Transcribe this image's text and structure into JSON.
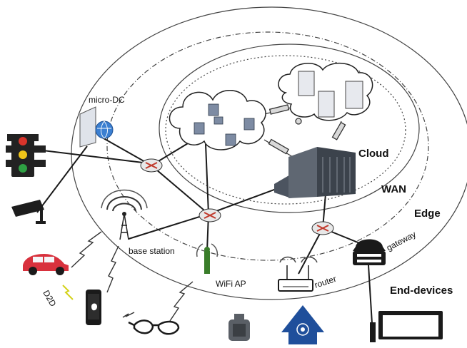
{
  "labels": {
    "micro_dc": "micro-DC",
    "cloud": "Cloud",
    "wan": "WAN",
    "edge": "Edge",
    "end_devices": "End-devices",
    "base_station": "base station",
    "wifi_ap": "WiFi AP",
    "router": "router",
    "gateway": "gateway",
    "d2d": "D2D"
  },
  "colors": {
    "ring": "#444444",
    "link": "#1a1a1a",
    "wireless": "#d4d21a",
    "router_body": "#e8e8e8",
    "router_mark": "#c0392b",
    "server": "#5a6572",
    "cloud_fill": "#ffffff",
    "car": "#d8313d",
    "traffic_red": "#d9342b",
    "traffic_yellow": "#f0c419",
    "traffic_green": "#2ea043",
    "home": "#1f4f9b",
    "watch": "#5a5f66"
  },
  "icons": [
    "traffic-light-icon",
    "cctv-camera-icon",
    "micro-dc-icon",
    "router-icon",
    "server-rack-icon",
    "cloud-icon",
    "antenna-icon",
    "wifi-tower-icon",
    "car-icon",
    "phone-icon",
    "smart-glasses-icon",
    "smartwatch-icon",
    "smart-home-icon",
    "wifi-router-icon",
    "gateway-icon",
    "desktop-monitor-icon"
  ]
}
